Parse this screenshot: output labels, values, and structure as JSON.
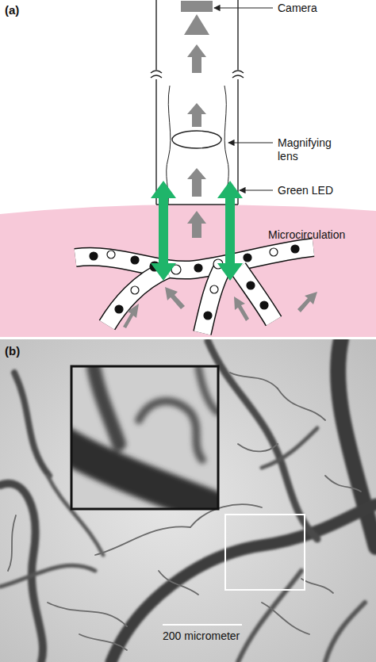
{
  "diagram": {
    "labels": [
      "(a)",
      "Camera",
      "Magnifying lens",
      "Green LED",
      "Microcirculation",
      "(b)",
      "200 micrometer"
    ]
  }
}
